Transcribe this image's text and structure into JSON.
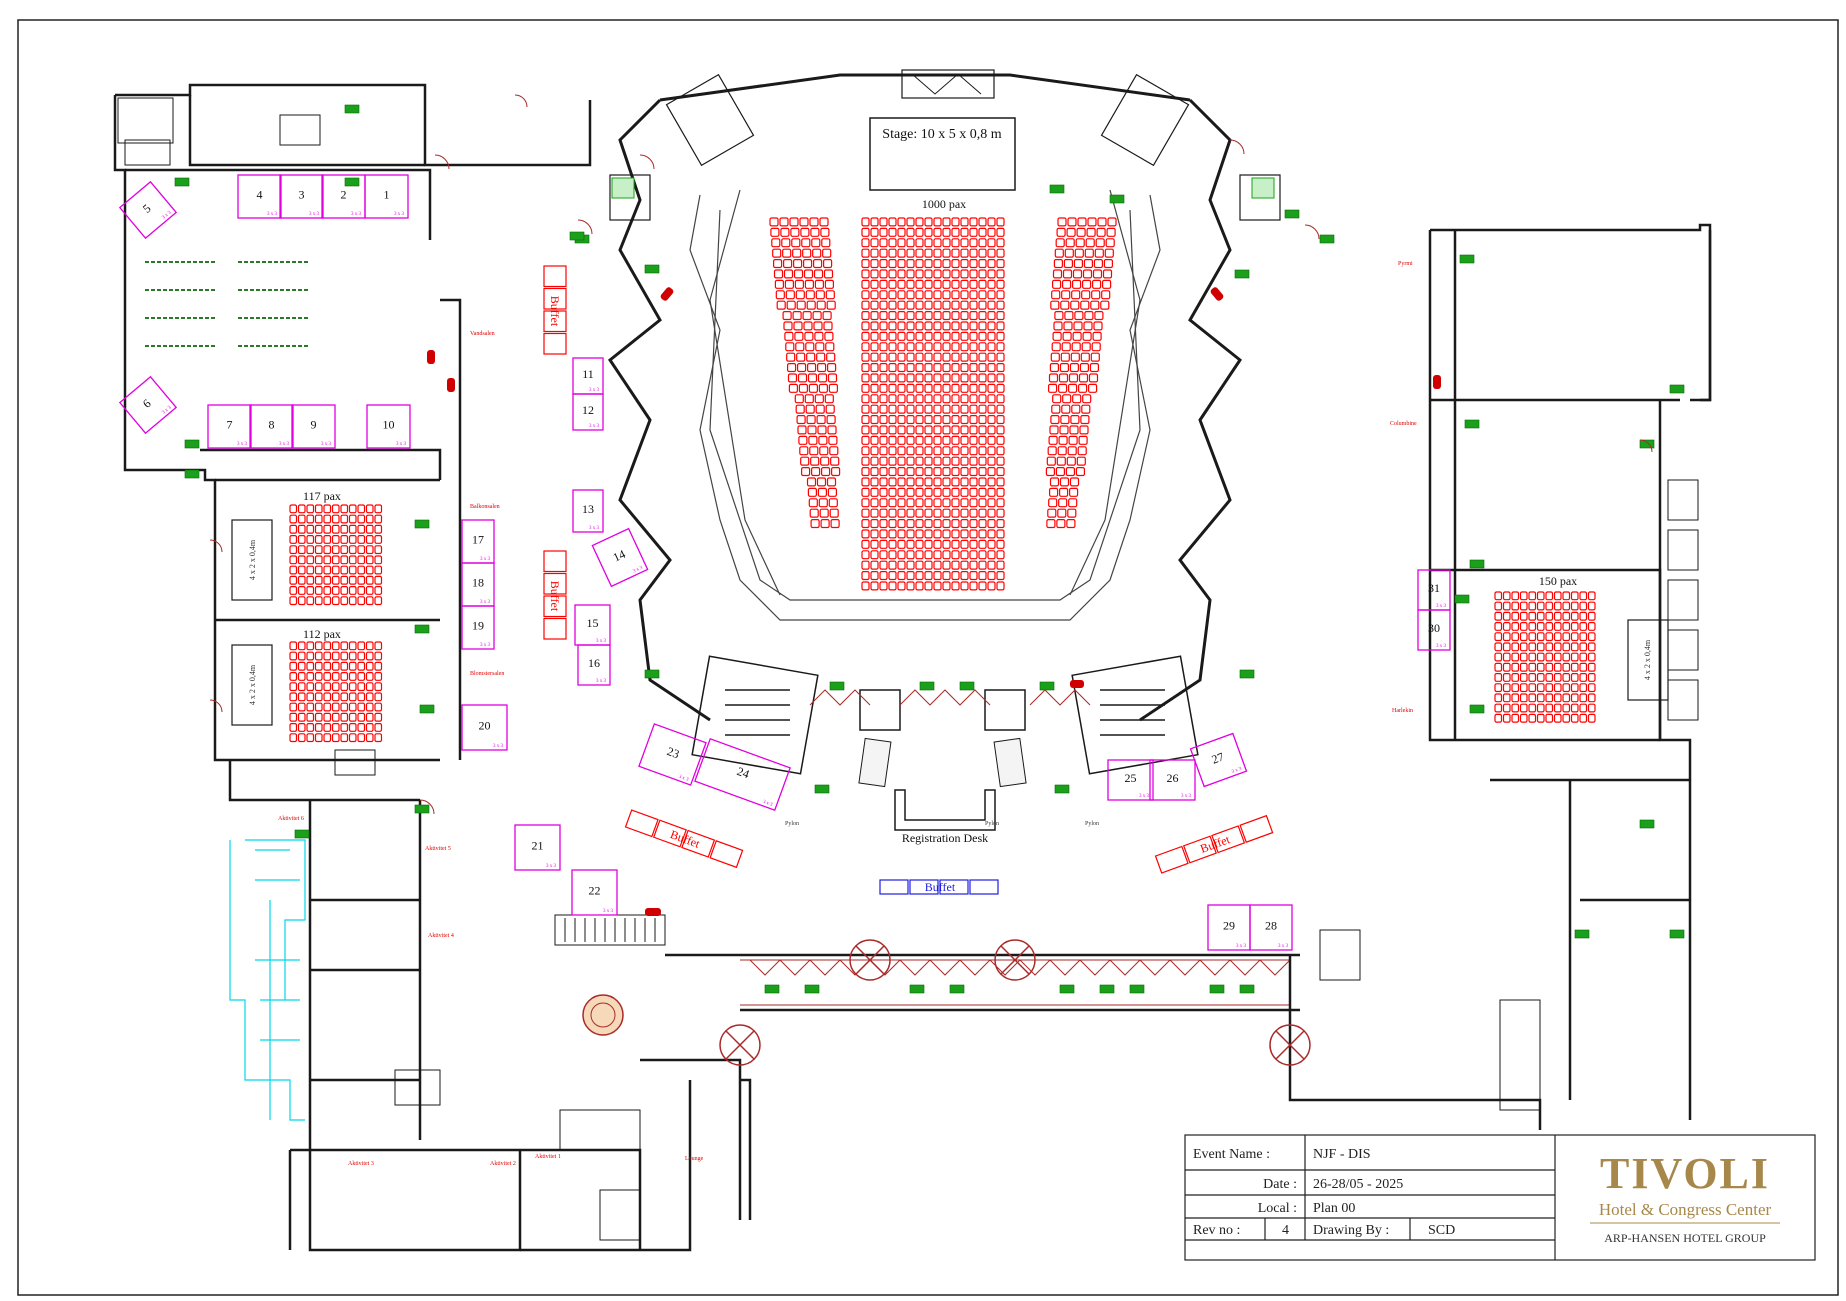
{
  "stage": {
    "label": "Stage: 10 x 5 x 0,8 m"
  },
  "capacities": {
    "main_hall": "1000 pax",
    "room_a": "117 pax",
    "room_b": "112 pax",
    "room_east": "150 pax"
  },
  "labels": {
    "registration": "Registration Desk",
    "buffet": "Buffet",
    "stage_small": "4 x 2 x 0,4m",
    "pyloner": "Pylon",
    "room_names": [
      "Vandsalen",
      "Balkonsalen",
      "Blomstersalen",
      "Pyrmi",
      "Columbine",
      "Harlekin"
    ],
    "room_names_sw": [
      "Aktivitet 6",
      "Aktivitet 5",
      "Aktivitet 4",
      "Aktivitet 3",
      "Aktivitet 2",
      "Aktivitet 1"
    ],
    "lounge": "Lounge"
  },
  "booths": [
    {
      "n": "1"
    },
    {
      "n": "2"
    },
    {
      "n": "3"
    },
    {
      "n": "4"
    },
    {
      "n": "5"
    },
    {
      "n": "6"
    },
    {
      "n": "7"
    },
    {
      "n": "8"
    },
    {
      "n": "9"
    },
    {
      "n": "10"
    },
    {
      "n": "11"
    },
    {
      "n": "12"
    },
    {
      "n": "13"
    },
    {
      "n": "14"
    },
    {
      "n": "15"
    },
    {
      "n": "16"
    },
    {
      "n": "17"
    },
    {
      "n": "18"
    },
    {
      "n": "19"
    },
    {
      "n": "20"
    },
    {
      "n": "21"
    },
    {
      "n": "22"
    },
    {
      "n": "23"
    },
    {
      "n": "24"
    },
    {
      "n": "25"
    },
    {
      "n": "26"
    },
    {
      "n": "27"
    },
    {
      "n": "28"
    },
    {
      "n": "29"
    },
    {
      "n": "30"
    },
    {
      "n": "31"
    }
  ],
  "booth_size": "3 x 3",
  "title_block": {
    "event_label": "Event Name :",
    "event_value": "NJF - DIS",
    "date_label": "Date :",
    "date_value": "26-28/05 - 2025",
    "local_label": "Local :",
    "local_value": "Plan 00",
    "rev_label": "Rev no :",
    "rev_value": "4",
    "drawing_label": "Drawing By :",
    "drawing_value": "SCD"
  },
  "logo": {
    "brand": "TIVOLI",
    "sub": "Hotel & Congress Center",
    "group": "ARP-HANSEN HOTEL GROUP"
  },
  "colors": {
    "wall": "#1a1a1a",
    "seat": "#ff0000",
    "booth": "#e000e0",
    "buffet_blue": "#1e1ee0",
    "exit": "#1aa01a",
    "cyan": "#00d8e8",
    "gold": "#a8884a"
  }
}
